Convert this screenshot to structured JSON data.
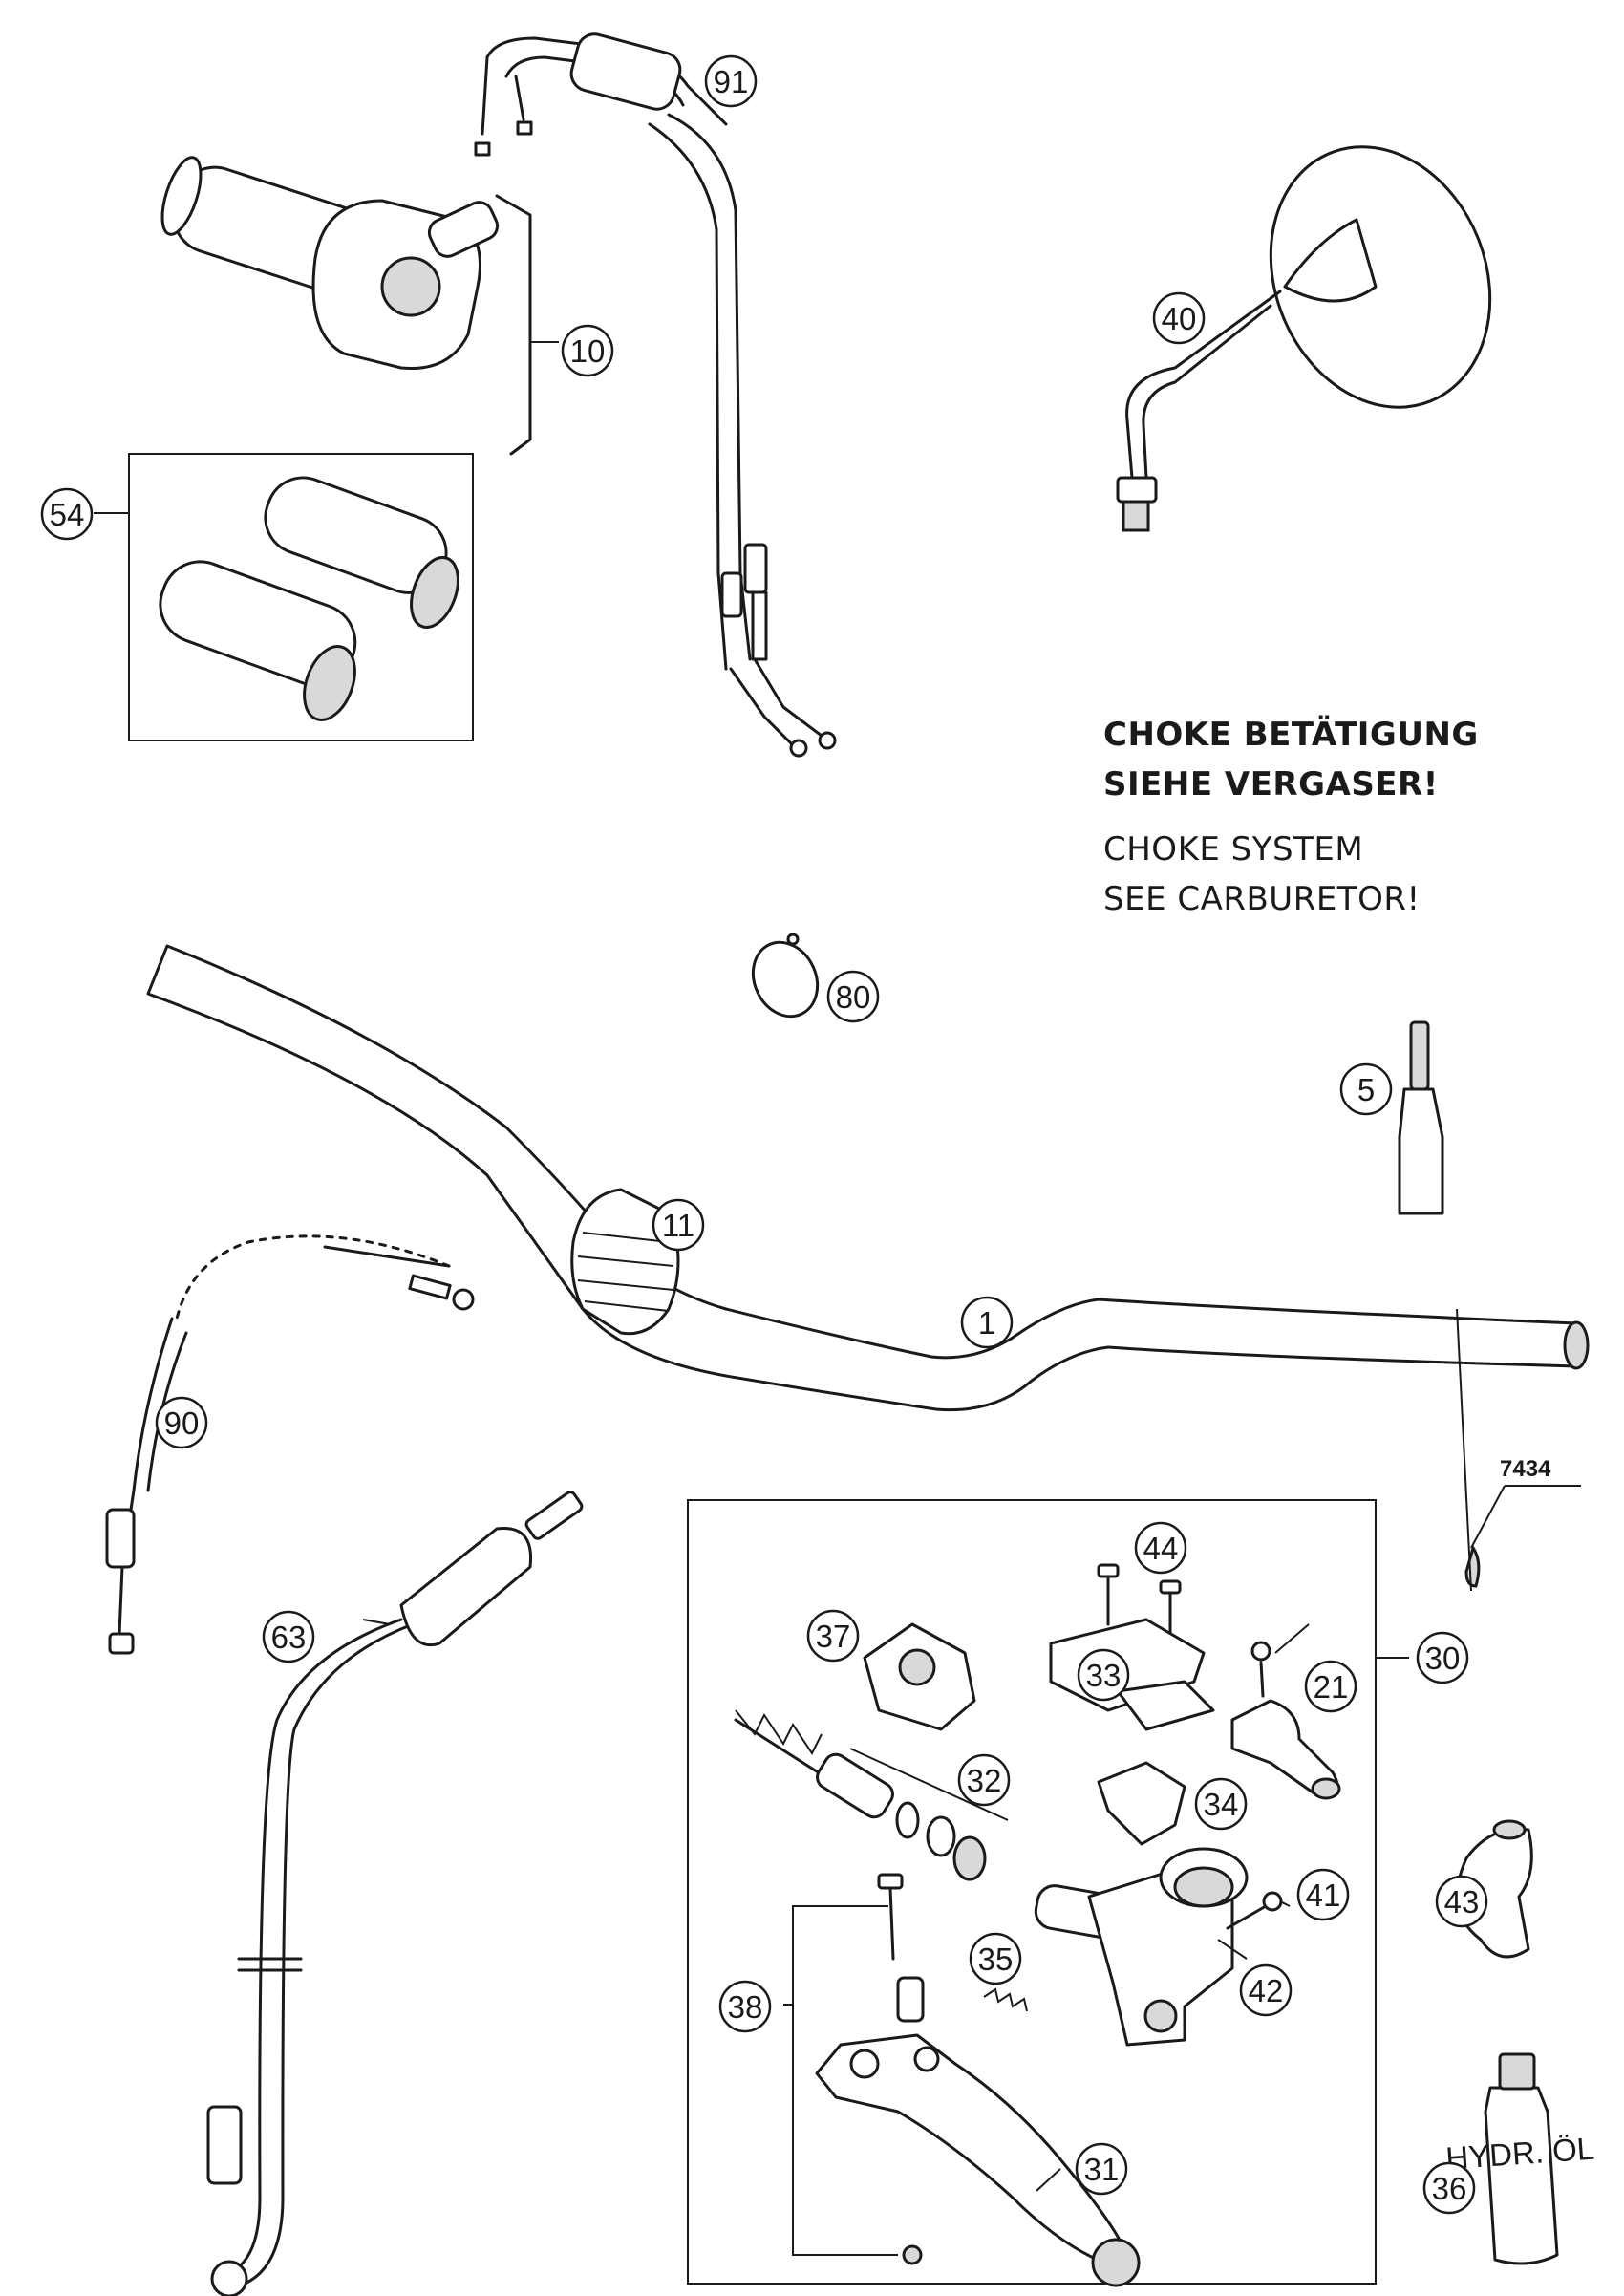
{
  "notes": {
    "de_line1": "CHOKE BETÄTIGUNG",
    "de_line2": "SIEHE VERGASER!",
    "en_line1": "CHOKE SYSTEM",
    "en_line2": "SEE CARBURETOR!"
  },
  "ref_number": "7434",
  "callouts": [
    "91",
    "10",
    "40",
    "54",
    "80",
    "5",
    "11",
    "1",
    "90",
    "63",
    "44",
    "30",
    "37",
    "33",
    "21",
    "32",
    "34",
    "41",
    "43",
    "35",
    "42",
    "38",
    "31",
    "36"
  ],
  "icon_labels": {
    "oil_bottle": "HYDR. ÖL"
  }
}
